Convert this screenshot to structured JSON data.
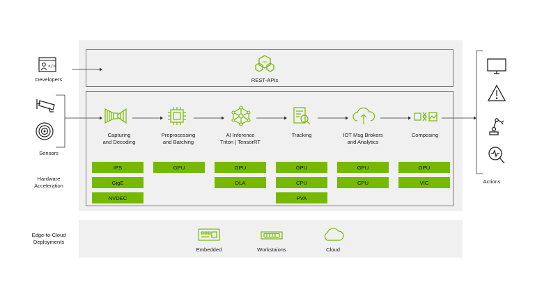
{
  "left": {
    "developers_label": "Developers",
    "sensors_label": "Sensors",
    "hardware_label": "Hardware\nAcceleration",
    "edge_label": "Edge-to-Cloud\nDeployments"
  },
  "top": {
    "rest_label": "REST-APIs",
    "rest_badge": "API"
  },
  "stages": [
    {
      "label": "Capturing\nand Decoding",
      "boxes": [
        "IPS",
        "GigE",
        "NVDEC"
      ],
      "icon": "funnel-icon"
    },
    {
      "label": "Preprocessing\nand Batching",
      "boxes": [
        "GPU"
      ],
      "icon": "chip-icon"
    },
    {
      "label": "AI Inference\nTriton | TensorRT",
      "boxes": [
        "GPU",
        "DLA"
      ],
      "icon": "neural-network-icon"
    },
    {
      "label": "Tracking",
      "boxes": [
        "GPU",
        "CPU",
        "PVA"
      ],
      "icon": "document-search-icon"
    },
    {
      "label": "IOT Msg Brokers\nand Analytics",
      "boxes": [
        "GPU",
        "CPU"
      ],
      "icon": "cloud-upload-icon"
    },
    {
      "label": "Composing",
      "boxes": [
        "GPU",
        "VIC"
      ],
      "icon": "compose-icon"
    }
  ],
  "bottom": {
    "items": [
      {
        "label": "Embedded",
        "icon": "embedded-board-icon"
      },
      {
        "label": "Workstaions",
        "icon": "workstation-icon"
      },
      {
        "label": "Cloud",
        "icon": "cloud-icon"
      }
    ]
  },
  "right": {
    "actions_label": "Actions",
    "icons": [
      "monitor-icon",
      "warning-icon",
      "robot-arm-icon",
      "inspect-icon"
    ]
  },
  "colors": {
    "accent": "#76b900",
    "panel": "#f0f0f0",
    "stroke": "#666666"
  }
}
